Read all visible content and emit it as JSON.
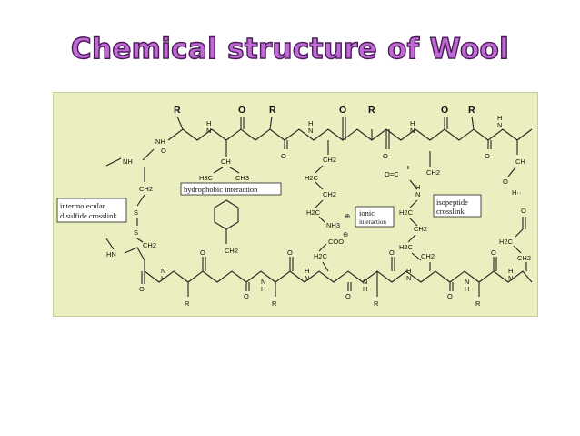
{
  "slide": {
    "title": "Chemical structure of Wool"
  },
  "diagram": {
    "side_chain_R": "R",
    "carbonyl_O": "O",
    "amide_N": "N",
    "amide_H": "H",
    "nh": "NH",
    "hn": "HN",
    "ch": "CH",
    "ch2": "CH2",
    "h2c": "H2C",
    "h3c": "H3C",
    "ch3": "CH3",
    "s": "S",
    "nh3": "NH3",
    "plus": "⊕",
    "coo": "COO",
    "minus": "⊖",
    "o_eq_c": "O=C",
    "o": "O",
    "h_dots": "H··",
    "labels": {
      "disulfide": [
        "intermolecular",
        "disulfide crosslink"
      ],
      "hydrophobic": "hydrophobic interaction",
      "ionic": [
        "ionic",
        "interaction"
      ],
      "isopeptide": [
        "isopeptide",
        "crosslink"
      ]
    },
    "colors": {
      "title_fill": "#c06ad6",
      "title_outline": "#4a1a57",
      "panel": "#ebeebe"
    }
  }
}
